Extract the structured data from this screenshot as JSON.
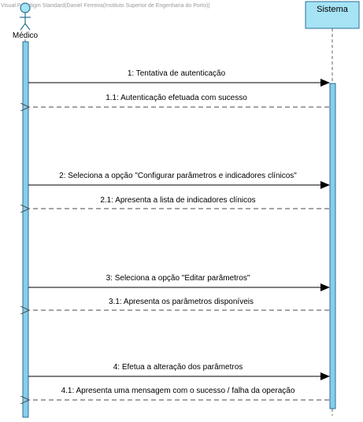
{
  "watermark": "Visual Paradigm Standard(Daniel Ferreira(Instituto Superior de Engenharia do Porto))",
  "actor": {
    "name": "Médico",
    "icon": "stick-figure-icon"
  },
  "system": {
    "name": "Sistema"
  },
  "colors": {
    "lifeline_fill": "#87CEEB",
    "lifeline_stroke": "#2A6F97",
    "system_box_fill": "#A6E3F5",
    "message_stroke": "#000000",
    "return_stroke": "#4A4A4A"
  },
  "messages": [
    {
      "id": "msg-1",
      "label": "1: Tentativa de autenticação",
      "kind": "call"
    },
    {
      "id": "msg-1-1",
      "label": "1.1: Autenticação efetuada com sucesso",
      "kind": "return"
    },
    {
      "id": "msg-2",
      "label": "2: Seleciona a opção \"Configurar parâmetros e indicadores clínicos\"",
      "kind": "call"
    },
    {
      "id": "msg-2-1",
      "label": "2.1: Apresenta a lista de indicadores clínicos",
      "kind": "return"
    },
    {
      "id": "msg-3",
      "label": "3: Seleciona a opção \"Editar parâmetros\"",
      "kind": "call"
    },
    {
      "id": "msg-3-1",
      "label": "3.1: Apresenta os parâmetros disponíveis",
      "kind": "return"
    },
    {
      "id": "msg-4",
      "label": "4: Efetua a alteração dos parâmetros",
      "kind": "call"
    },
    {
      "id": "msg-4-1",
      "label": "4.1: Apresenta uma mensagem com o sucesso / falha da operação",
      "kind": "return"
    }
  ]
}
